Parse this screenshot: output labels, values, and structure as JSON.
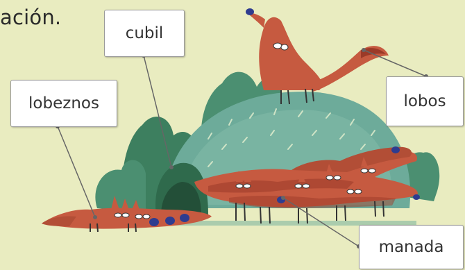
{
  "heading_fragment": "ación.",
  "labels": {
    "cubil": "cubil",
    "lobeznos": "lobeznos",
    "lobos": "lobos",
    "manada": "manada"
  },
  "colors": {
    "background": "#e9ecc0",
    "hill": "#6dab9a",
    "bush_dark": "#3d7f5f",
    "fox": "#c65a40",
    "fox_dark": "#9b3a28",
    "nose": "#2e3c8f",
    "leader_line": "#666666"
  }
}
